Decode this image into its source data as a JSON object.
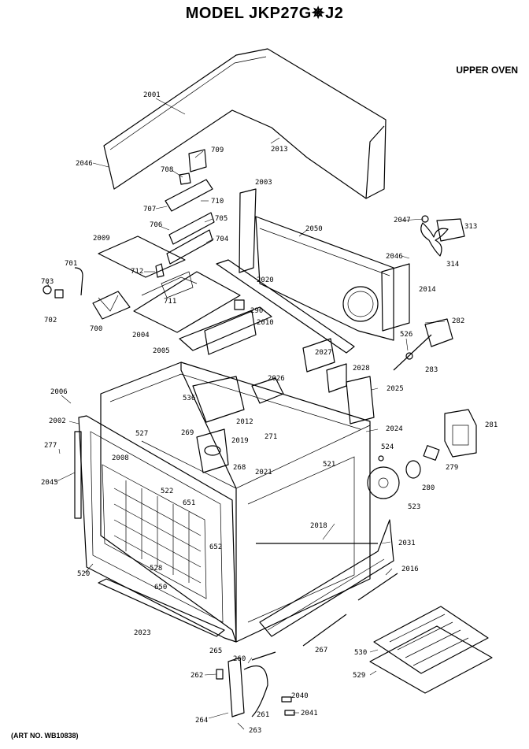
{
  "title": "MODEL JKP27G✵J2",
  "subtitle": "UPPER OVEN",
  "art_no": "(ART NO. WB10838)",
  "callouts": [
    {
      "id": "c2001",
      "text": "2001"
    },
    {
      "id": "c2046a",
      "text": "2046"
    },
    {
      "id": "c2013",
      "text": "2013"
    },
    {
      "id": "c709",
      "text": "709"
    },
    {
      "id": "c708",
      "text": "708"
    },
    {
      "id": "c710",
      "text": "710"
    },
    {
      "id": "c707",
      "text": "707"
    },
    {
      "id": "c705",
      "text": "705"
    },
    {
      "id": "c706",
      "text": "706"
    },
    {
      "id": "c704",
      "text": "704"
    },
    {
      "id": "c2003",
      "text": "2003"
    },
    {
      "id": "c2050",
      "text": "2050"
    },
    {
      "id": "c2009",
      "text": "2009"
    },
    {
      "id": "c701",
      "text": "701"
    },
    {
      "id": "c712",
      "text": "712"
    },
    {
      "id": "c703",
      "text": "703"
    },
    {
      "id": "c702",
      "text": "702"
    },
    {
      "id": "c711",
      "text": "711"
    },
    {
      "id": "c700",
      "text": "700"
    },
    {
      "id": "c2004",
      "text": "2004"
    },
    {
      "id": "c290",
      "text": "290"
    },
    {
      "id": "c2010",
      "text": "2010"
    },
    {
      "id": "c2020",
      "text": "2020"
    },
    {
      "id": "c2047",
      "text": "2047"
    },
    {
      "id": "c313",
      "text": "313"
    },
    {
      "id": "c2046b",
      "text": "2046"
    },
    {
      "id": "c314",
      "text": "314"
    },
    {
      "id": "c2014",
      "text": "2014"
    },
    {
      "id": "c282",
      "text": "282"
    },
    {
      "id": "c526",
      "text": "526"
    },
    {
      "id": "c283",
      "text": "283"
    },
    {
      "id": "c2005",
      "text": "2005"
    },
    {
      "id": "c2027",
      "text": "2027"
    },
    {
      "id": "c2028",
      "text": "2028"
    },
    {
      "id": "c2026",
      "text": "2026"
    },
    {
      "id": "c2025",
      "text": "2025"
    },
    {
      "id": "c2006",
      "text": "2006"
    },
    {
      "id": "c536",
      "text": "536"
    },
    {
      "id": "c2012",
      "text": "2012"
    },
    {
      "id": "c2002",
      "text": "2002"
    },
    {
      "id": "c527",
      "text": "527"
    },
    {
      "id": "c269",
      "text": "269"
    },
    {
      "id": "c2019",
      "text": "2019"
    },
    {
      "id": "c271",
      "text": "271"
    },
    {
      "id": "c2024",
      "text": "2024"
    },
    {
      "id": "c281",
      "text": "281"
    },
    {
      "id": "c277",
      "text": "277"
    },
    {
      "id": "c2008",
      "text": "2008"
    },
    {
      "id": "c268",
      "text": "268"
    },
    {
      "id": "c521",
      "text": "521"
    },
    {
      "id": "c524",
      "text": "524"
    },
    {
      "id": "c279",
      "text": "279"
    },
    {
      "id": "c2045",
      "text": "2045"
    },
    {
      "id": "c522",
      "text": "522"
    },
    {
      "id": "c2021",
      "text": "2021"
    },
    {
      "id": "c280",
      "text": "280"
    },
    {
      "id": "c651",
      "text": "651"
    },
    {
      "id": "c523",
      "text": "523"
    },
    {
      "id": "c2018",
      "text": "2018"
    },
    {
      "id": "c652",
      "text": "652"
    },
    {
      "id": "c2031",
      "text": "2031"
    },
    {
      "id": "c520",
      "text": "520"
    },
    {
      "id": "c528",
      "text": "528"
    },
    {
      "id": "c2016",
      "text": "2016"
    },
    {
      "id": "c650",
      "text": "650"
    },
    {
      "id": "c2023",
      "text": "2023"
    },
    {
      "id": "c265",
      "text": "265"
    },
    {
      "id": "c267",
      "text": "267"
    },
    {
      "id": "c530",
      "text": "530"
    },
    {
      "id": "c260",
      "text": "260"
    },
    {
      "id": "c529",
      "text": "529"
    },
    {
      "id": "c262",
      "text": "262"
    },
    {
      "id": "c2040",
      "text": "2040"
    },
    {
      "id": "c2041",
      "text": "2041"
    },
    {
      "id": "c261",
      "text": "261"
    },
    {
      "id": "c264",
      "text": "264"
    },
    {
      "id": "c263",
      "text": "263"
    }
  ]
}
